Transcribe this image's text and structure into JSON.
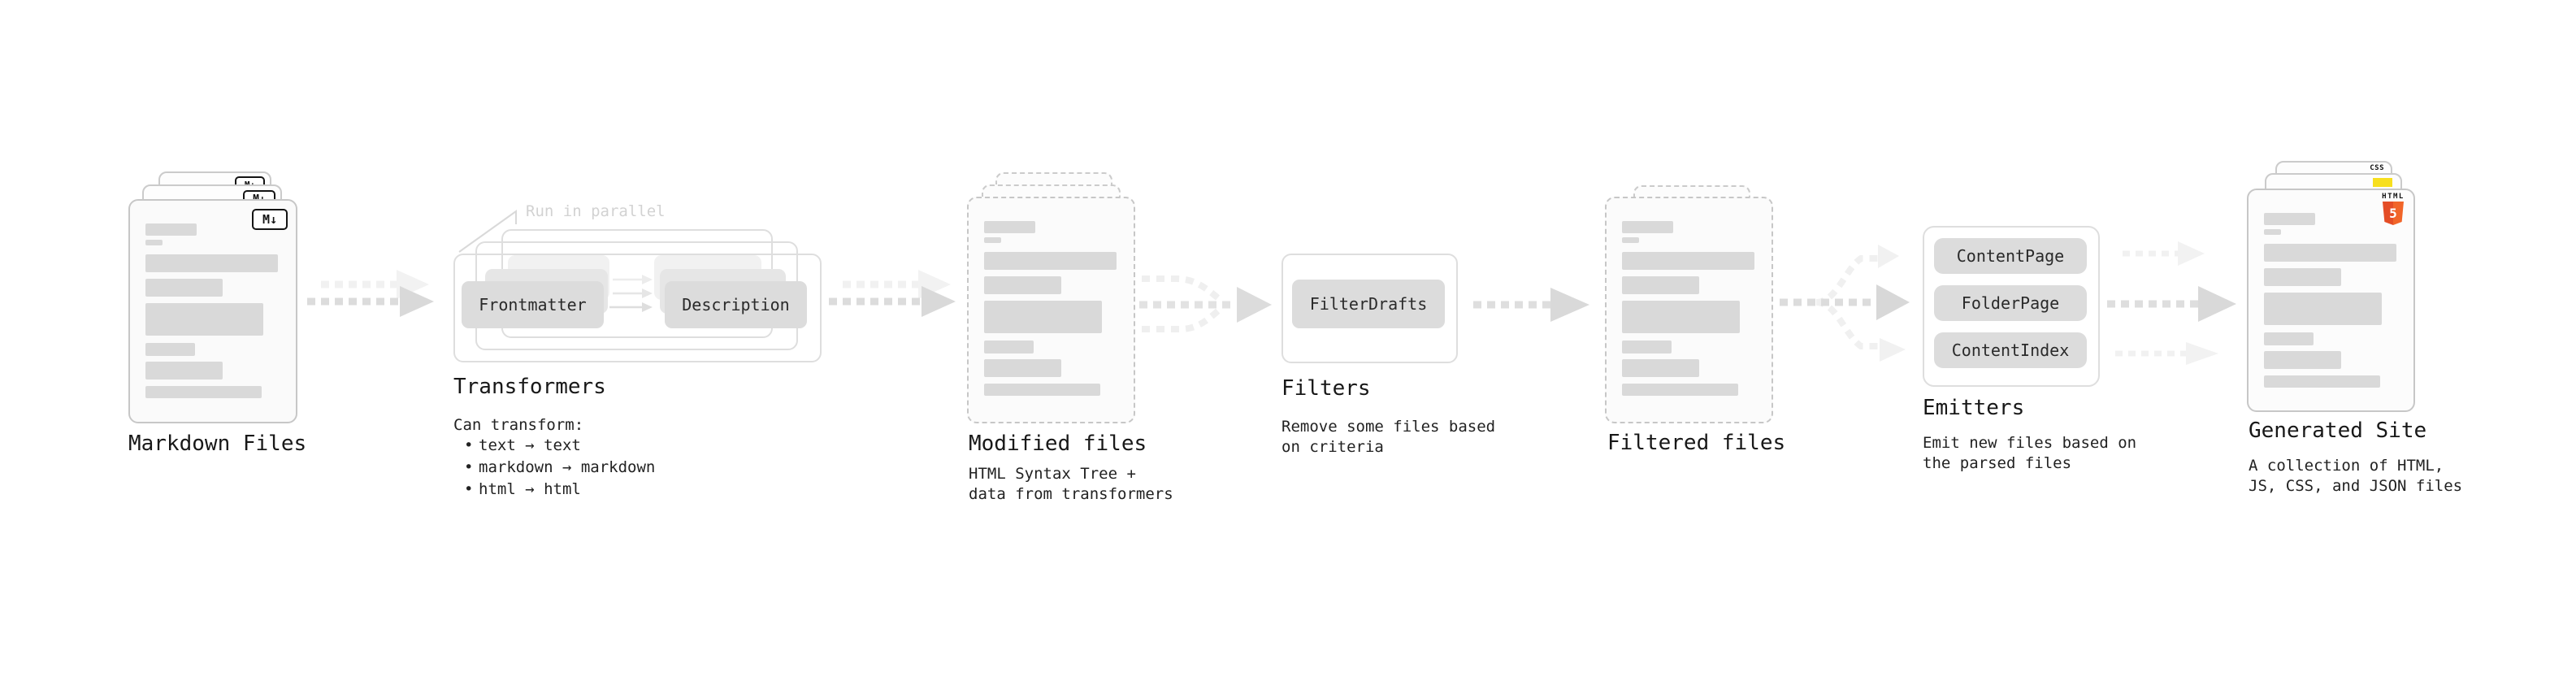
{
  "stages": {
    "markdown_files": {
      "label": "Markdown Files",
      "icon": "M↓"
    },
    "transformers": {
      "label": "Transformers",
      "callout": "Run in parallel",
      "pill_left": "Frontmatter",
      "pill_right": "Description",
      "caption_title": "Can transform:",
      "bullets": [
        "text → text",
        "markdown → markdown",
        "html → html"
      ]
    },
    "modified_files": {
      "label": "Modified files",
      "caption": "HTML Syntax Tree +\ndata from transformers"
    },
    "filters": {
      "label": "Filters",
      "pill": "FilterDrafts",
      "caption": "Remove some files based\non criteria"
    },
    "filtered_files": {
      "label": "Filtered files"
    },
    "emitters": {
      "label": "Emitters",
      "pills": [
        "ContentPage",
        "FolderPage",
        "ContentIndex"
      ],
      "caption": "Emit new files based on\nthe parsed files"
    },
    "generated_site": {
      "label": "Generated Site",
      "caption": "A collection of HTML,\nJS, CSS, and JSON files",
      "icons": {
        "html5_word": "HTML",
        "html5_number": "5",
        "css_label": "CSS"
      }
    }
  },
  "colors": {
    "html5_orange": "#e44d26",
    "html5_orange_light": "#f16529",
    "js_yellow": "#f7df1e",
    "css_blue": "#2f6df6",
    "doc_border": "#c7c7c7",
    "bar_gray": "#d9d9d9",
    "arrow_gray": "#dcdcdc",
    "arrow_light": "#f1f1f1"
  }
}
